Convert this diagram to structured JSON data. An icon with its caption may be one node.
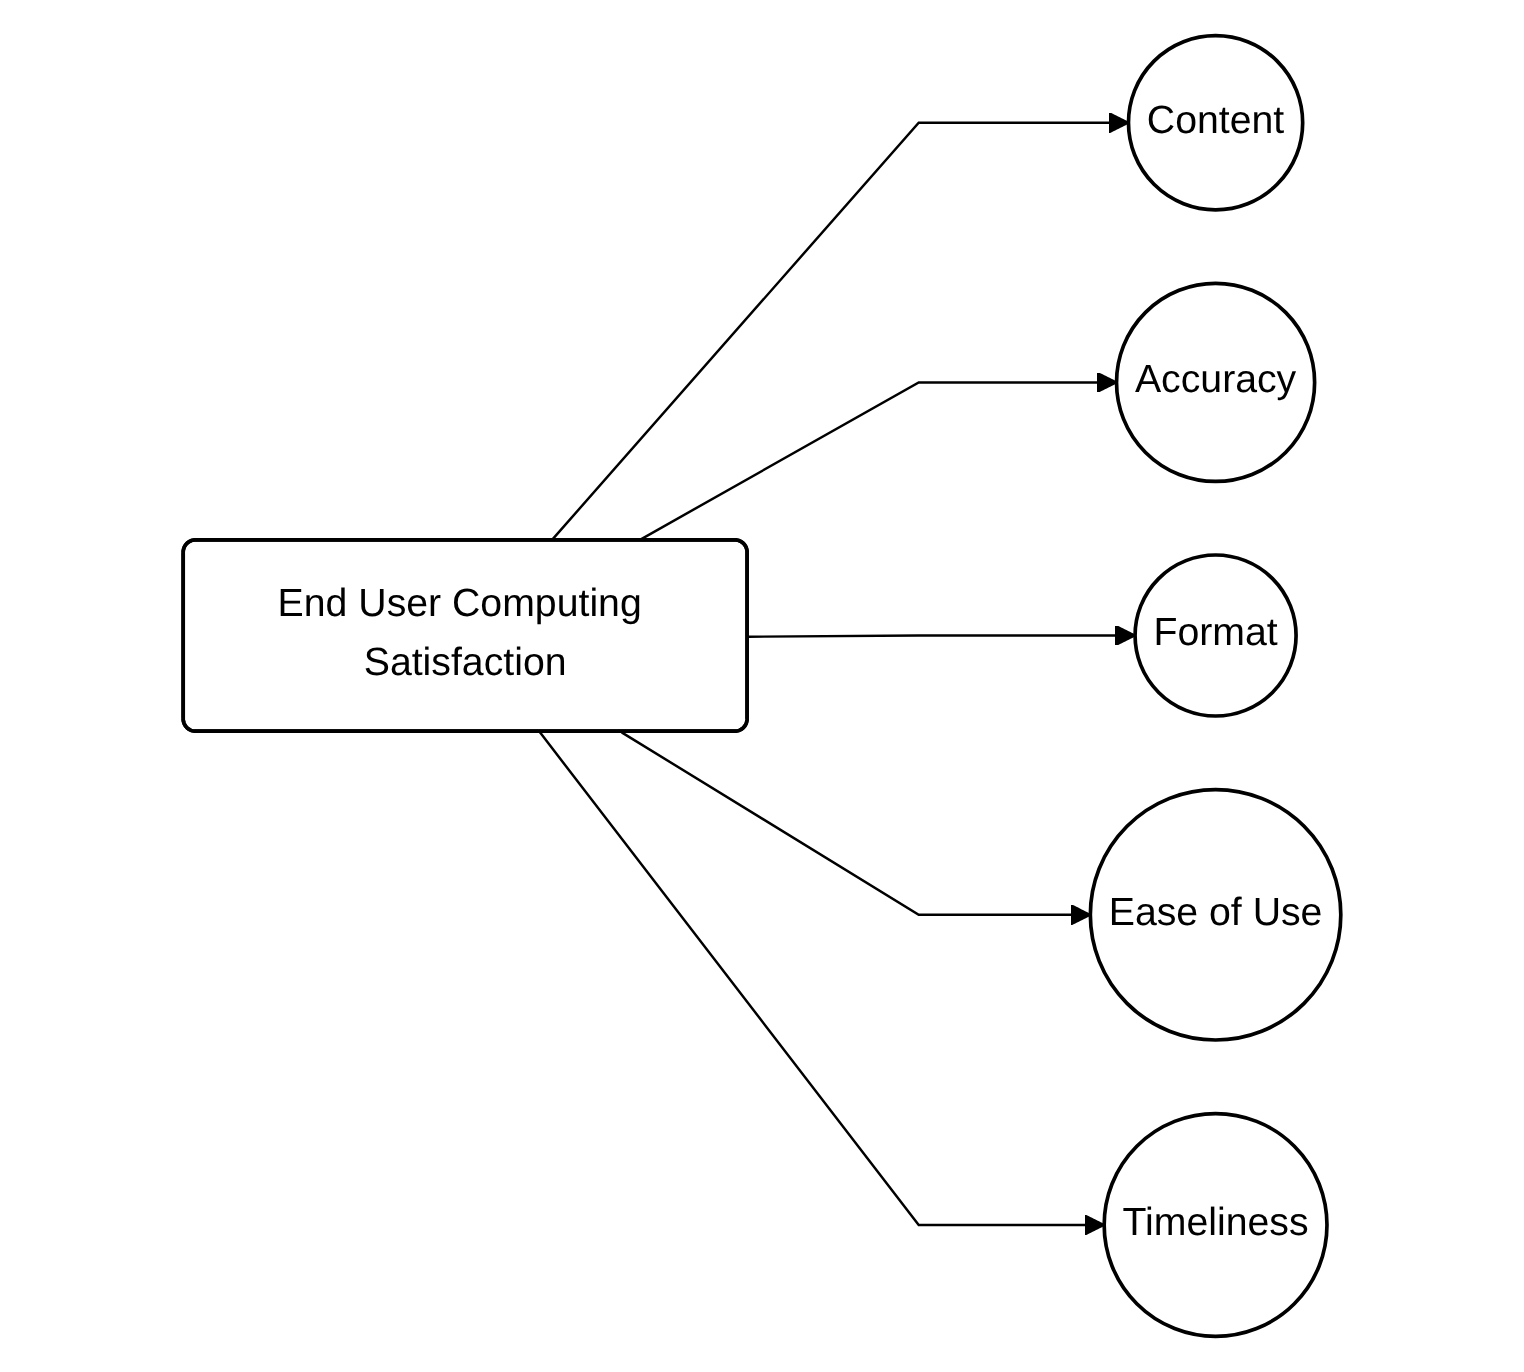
{
  "diagram": {
    "nodes": [
      {
        "text": [
          "End User Computing Satisfaction"
        ]
      },
      {
        "text": [
          "Content"
        ]
      },
      {
        "text": [
          "Accuracy"
        ]
      },
      {
        "text": [
          "Format"
        ]
      },
      {
        "text": [
          "Ease of Use"
        ]
      },
      {
        "text": [
          "Timeliness"
        ]
      }
    ],
    "edges": [
      {
        "from": 0,
        "to": 1,
        "arrow": "to"
      },
      {
        "from": 0,
        "to": 2,
        "arrow": "to"
      },
      {
        "from": 0,
        "to": 3,
        "arrow": "to"
      },
      {
        "from": 0,
        "to": 4,
        "arrow": "to"
      },
      {
        "from": 0,
        "to": 5,
        "arrow": "to"
      }
    ]
  }
}
